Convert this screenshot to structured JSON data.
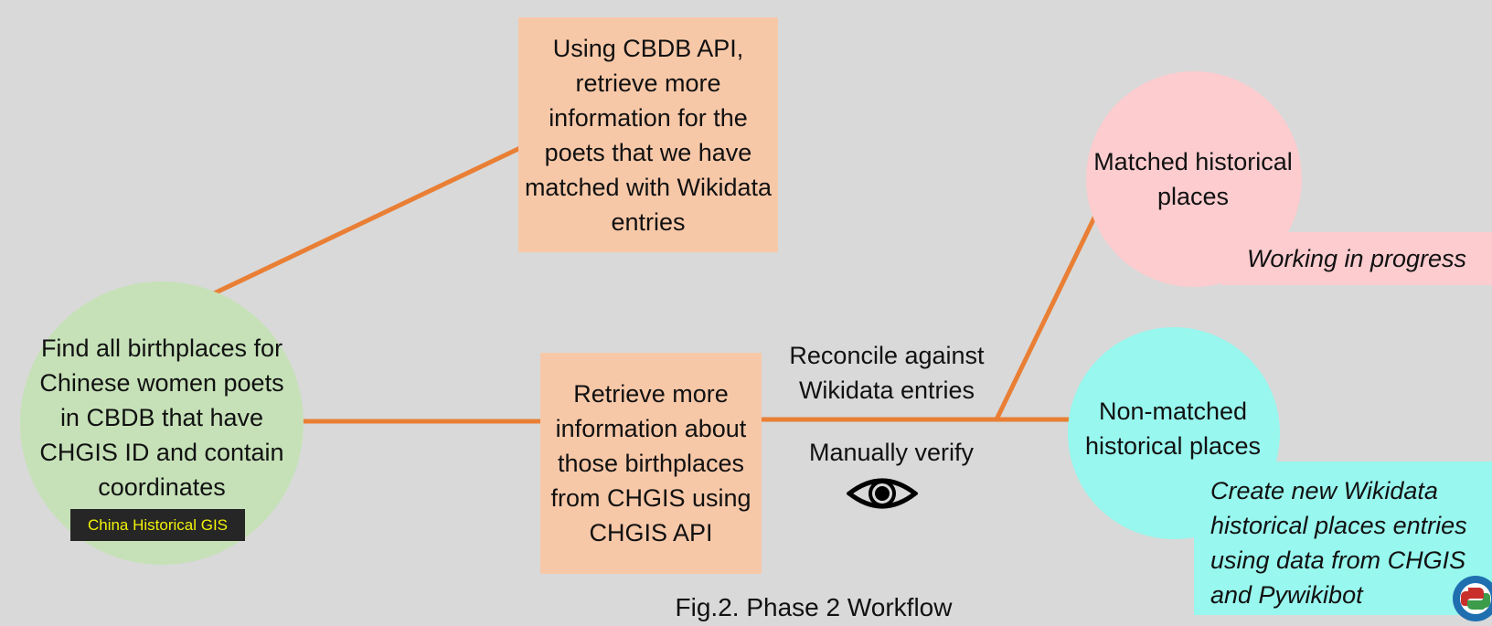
{
  "colors": {
    "background": "#d9d9d9",
    "connector": "#e97f35",
    "start_circle": "#c6e1b8",
    "process_box": "#f7c8a8",
    "matched_circle": "#fccccf",
    "nonmatched_circle": "#98f7ee",
    "badge_background": "#262626",
    "badge_text": "#f2f20a"
  },
  "start": {
    "text": "Find all birthplaces for Chinese women poets in CBDB that have CHGIS ID and contain coordinates",
    "badge": "China Historical GIS"
  },
  "cbdb_step": {
    "text": "Using CBDB API, retrieve more information for the poets that we have matched with Wikidata entries"
  },
  "chgis_step": {
    "text": "Retrieve more information about those birthplaces from CHGIS using CHGIS API"
  },
  "edge_labels": {
    "reconcile": "Reconcile against Wikidata entries",
    "verify": "Manually verify"
  },
  "matched": {
    "text": "Matched historical places",
    "note": "Working in progress"
  },
  "nonmatched": {
    "text": "Non-matched historical places",
    "note": "Create new Wikidata historical places entries using data from CHGIS and Pywikibot"
  },
  "caption": "Fig.2. Phase 2 Workflow",
  "icons": {
    "verify": "eye-icon",
    "tool": "python-gear-icon"
  }
}
